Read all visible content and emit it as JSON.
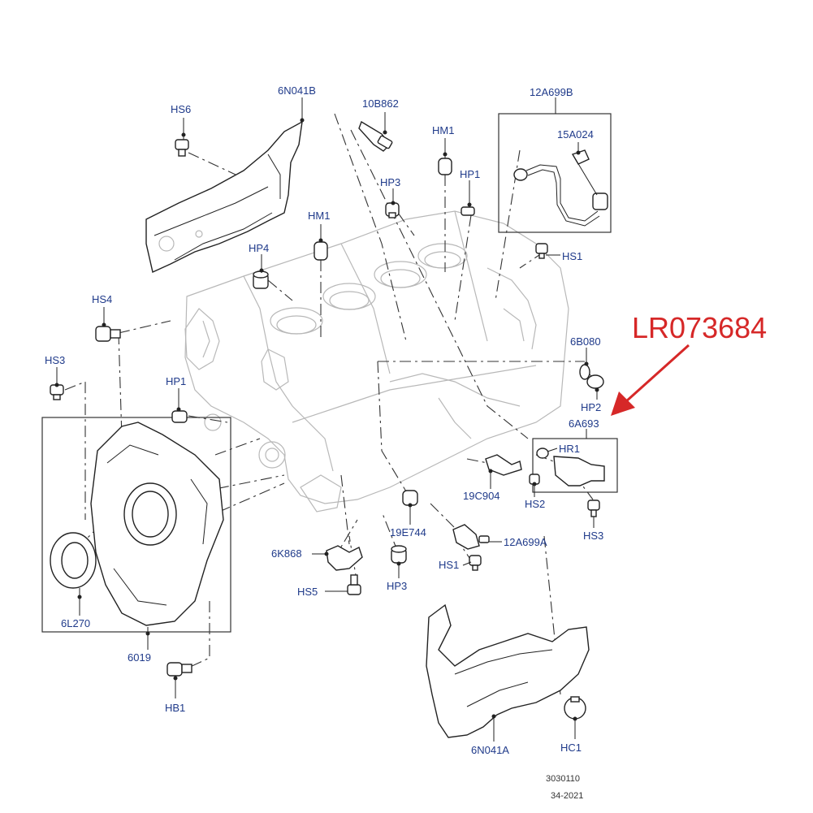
{
  "labels": {
    "hs6": "HS6",
    "n6n041b": "6N041B",
    "n10b862": "10B862",
    "hm1_top": "HM1",
    "n12a699b": "12A699B",
    "n15a024": "15A024",
    "hp3_top": "HP3",
    "hp1_top": "HP1",
    "hm1_mid": "HM1",
    "hp4": "HP4",
    "hs1_top": "HS1",
    "hs4": "HS4",
    "hs3_left": "HS3",
    "hp1_left": "HP1",
    "n6b080": "6B080",
    "hp2": "HP2",
    "n6a693": "6A693",
    "hr1": "HR1",
    "n19c904": "19C904",
    "hs2": "HS2",
    "hs3_right": "HS3",
    "n19e744": "19E744",
    "n12a699a": "12A699A",
    "n6k868": "6K868",
    "hs1_bottom": "HS1",
    "hs5": "HS5",
    "hp3_bottom": "HP3",
    "n6l270": "6L270",
    "n6019": "6019",
    "hb1": "HB1",
    "n6n041a": "6N041A",
    "hc1": "HC1"
  },
  "part_number": "LR073684",
  "footer": {
    "ref1": "3030110",
    "ref2": "34-2021"
  },
  "colors": {
    "label": "#1f3a8a",
    "part_number": "#d62828",
    "line": "#222222",
    "block": "#b8b8b8"
  }
}
